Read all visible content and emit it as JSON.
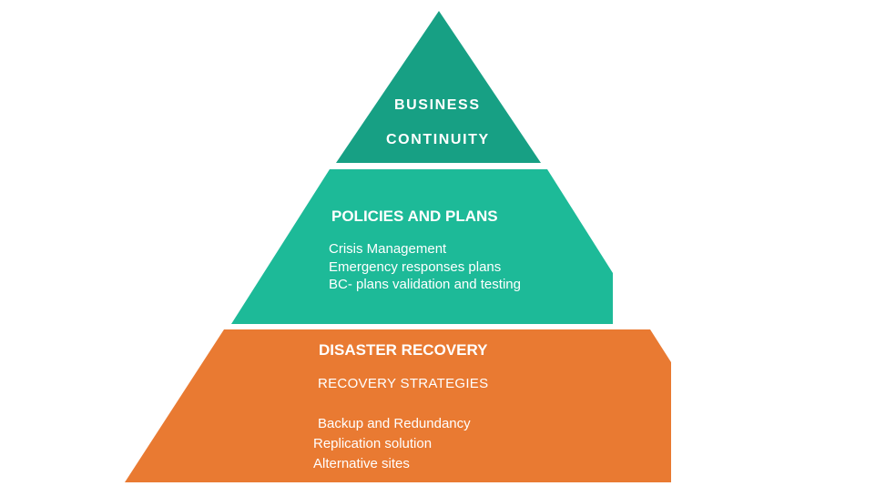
{
  "diagram": {
    "type": "pyramid",
    "tiers": [
      {
        "id": "top",
        "title_lines": [
          "BUSINESS",
          "CONTINUITY"
        ],
        "color": "#17a084"
      },
      {
        "id": "middle",
        "title": "POLICIES AND PLANS",
        "items": [
          "Crisis Management",
          "Emergency responses plans",
          "BC- plans validation and testing"
        ],
        "color": "#1dba98"
      },
      {
        "id": "bottom",
        "title": "DISASTER RECOVERY",
        "subtitle": "RECOVERY STRATEGIES",
        "items": [
          "Backup and Redundancy",
          "Replication solution",
          "Alternative sites"
        ],
        "color": "#e97a32"
      }
    ]
  }
}
